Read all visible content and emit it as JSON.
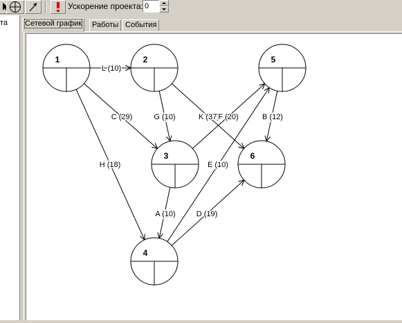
{
  "toolbar": {
    "select_icon": "pointer-arrow-icon",
    "add_node_icon": "circle-crosshair-icon",
    "add_edge_icon": "diagonal-arrow-icon",
    "alert_icon": "exclamation-icon",
    "acceleration_label": "Ускорение проекта:",
    "acceleration_value": "0"
  },
  "left_panel": {
    "tab_label": "та"
  },
  "tabs": [
    {
      "label": "Сетевой график",
      "active": true
    },
    {
      "label": "Работы",
      "active": false
    },
    {
      "label": "События",
      "active": false
    }
  ],
  "graph": {
    "nodes": [
      {
        "id": "1"
      },
      {
        "id": "2"
      },
      {
        "id": "5"
      },
      {
        "id": "3"
      },
      {
        "id": "6"
      },
      {
        "id": "4"
      }
    ],
    "edges": [
      {
        "label": "L (10)",
        "from": "1",
        "to": "2"
      },
      {
        "label": "C (29)",
        "from": "1",
        "to": "3"
      },
      {
        "label": "H (18)",
        "from": "1",
        "to": "4"
      },
      {
        "label": "G (10)",
        "from": "2",
        "to": "3"
      },
      {
        "label": "K (37)",
        "from": "2",
        "to": "6"
      },
      {
        "label": "F (20)",
        "from": "3",
        "to": "5"
      },
      {
        "label": "B (12)",
        "from": "5",
        "to": "6"
      },
      {
        "label": "E (10)",
        "from": "4",
        "to": "5"
      },
      {
        "label": "A (10)",
        "from": "3",
        "to": "4"
      },
      {
        "label": "D (19)",
        "from": "4",
        "to": "6"
      }
    ]
  },
  "colors": {
    "face": "#d4d0c8",
    "canvas": "#ffffff",
    "alert": "#e00000"
  }
}
